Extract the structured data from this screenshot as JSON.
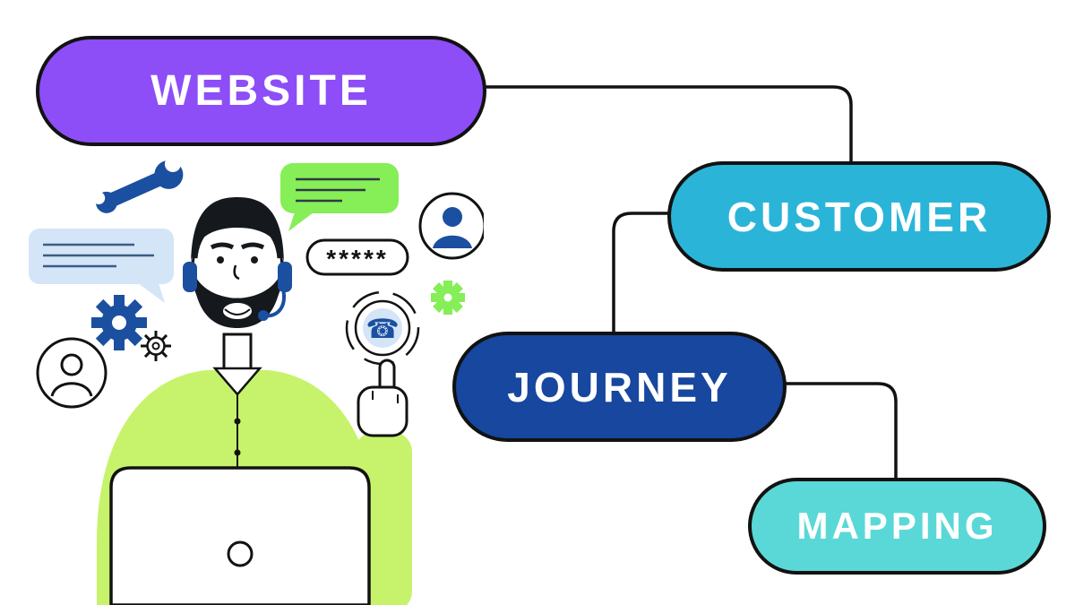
{
  "diagram": {
    "nodes": [
      {
        "id": "website",
        "label": "WEBSITE",
        "fill": "#8d4df7",
        "text": "#ffffff"
      },
      {
        "id": "customer",
        "label": "CUSTOMER",
        "fill": "#2ab5d8",
        "text": "#ffffff"
      },
      {
        "id": "journey",
        "label": "JOURNEY",
        "fill": "#17479e",
        "text": "#ffffff"
      },
      {
        "id": "mapping",
        "label": "MAPPING",
        "fill": "#5ad8d8",
        "text": "#ffffff"
      }
    ],
    "connector_color": "#121212"
  },
  "illustration": {
    "password_text": "*****",
    "colors": {
      "shirt": "#c6f36b",
      "accent_blue": "#1b4fa0",
      "bubble_green": "#86ee57",
      "bubble_blue": "#d4e5f7",
      "outline": "#121212"
    }
  }
}
